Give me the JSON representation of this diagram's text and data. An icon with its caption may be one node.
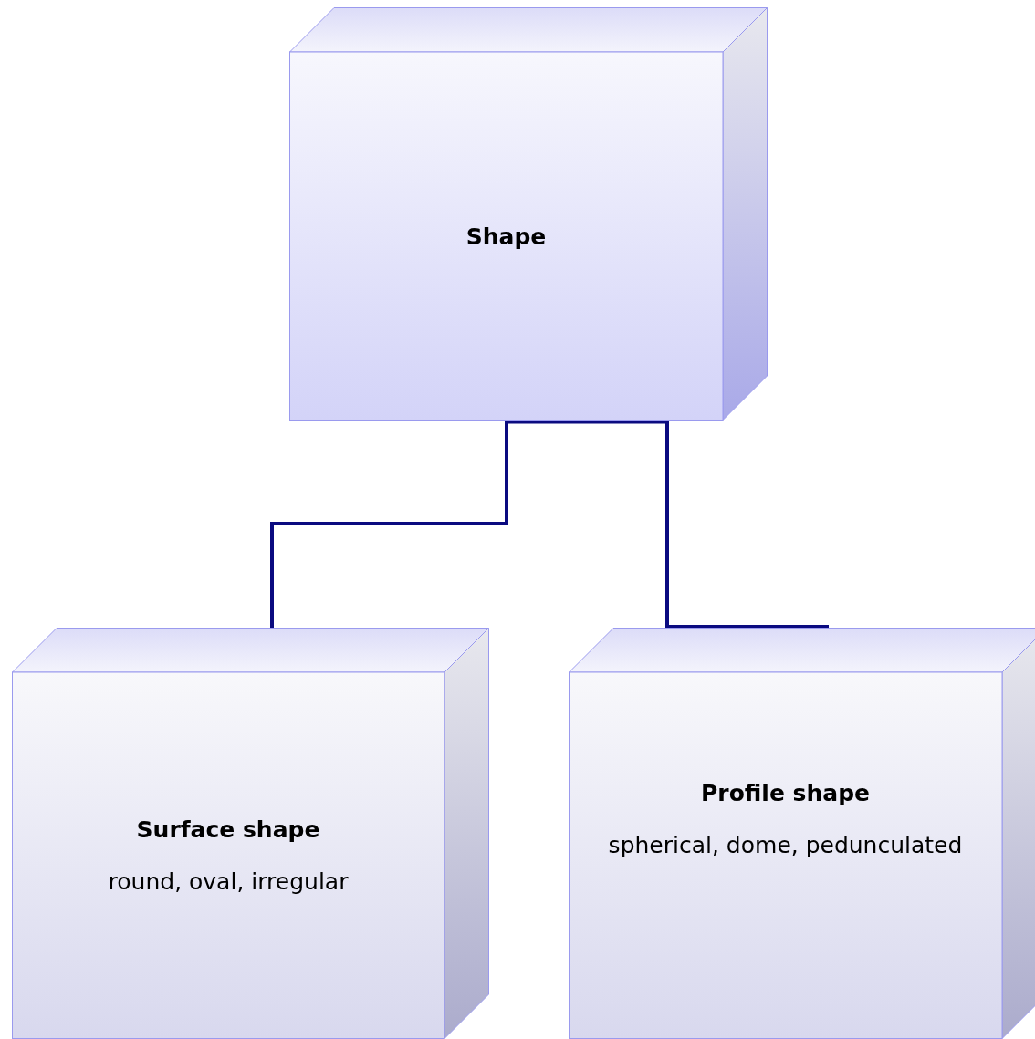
{
  "diagram": {
    "nodes": [
      {
        "text": [
          "Shape"
        ]
      },
      {
        "text": [
          "Surface shape",
          "round, oval, irregular"
        ]
      },
      {
        "text": [
          "Profile shape",
          "spherical, dome, pedunculated"
        ]
      }
    ],
    "edges": [
      {
        "from": 0,
        "to": 1,
        "arrow": "none"
      },
      {
        "from": 0,
        "to": 2,
        "arrow": "none"
      }
    ]
  }
}
